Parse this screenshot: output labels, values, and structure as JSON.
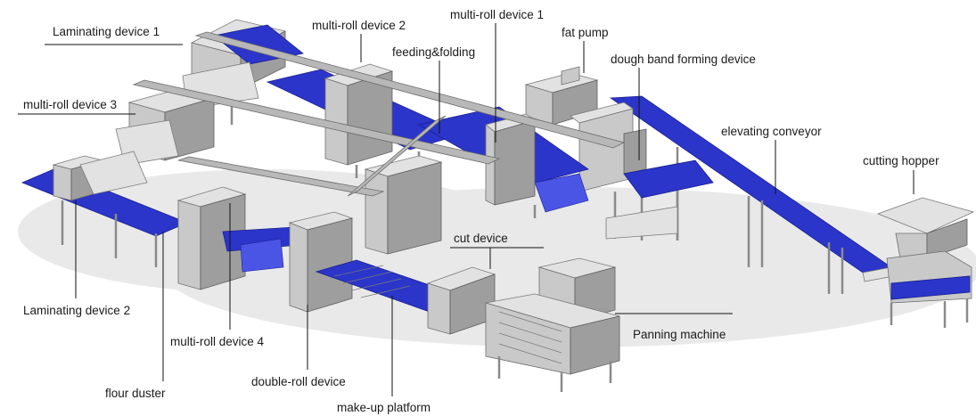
{
  "labels": {
    "laminating_1": "Laminating device 1",
    "multiroll_2": "multi-roll device 2",
    "multiroll_1": "multi-roll device 1",
    "fat_pump": "fat pump",
    "feeding_folding": "feeding&folding",
    "dough_band": "dough band forming device",
    "multiroll_3": "multi-roll device 3",
    "elevating_conveyor": "elevating conveyor",
    "cutting_hopper": "cutting hopper",
    "cut_device": "cut device",
    "laminating_2": "Laminating device 2",
    "panning_machine": "Panning machine",
    "multiroll_4": "multi-roll device 4",
    "double_roll": "double-roll device",
    "flour_duster": "flour duster",
    "makeup_platform": "make-up platform"
  },
  "colors": {
    "belt": "#2b35c9",
    "steel": "#c9c9c9",
    "text": "#1a1a1a"
  }
}
